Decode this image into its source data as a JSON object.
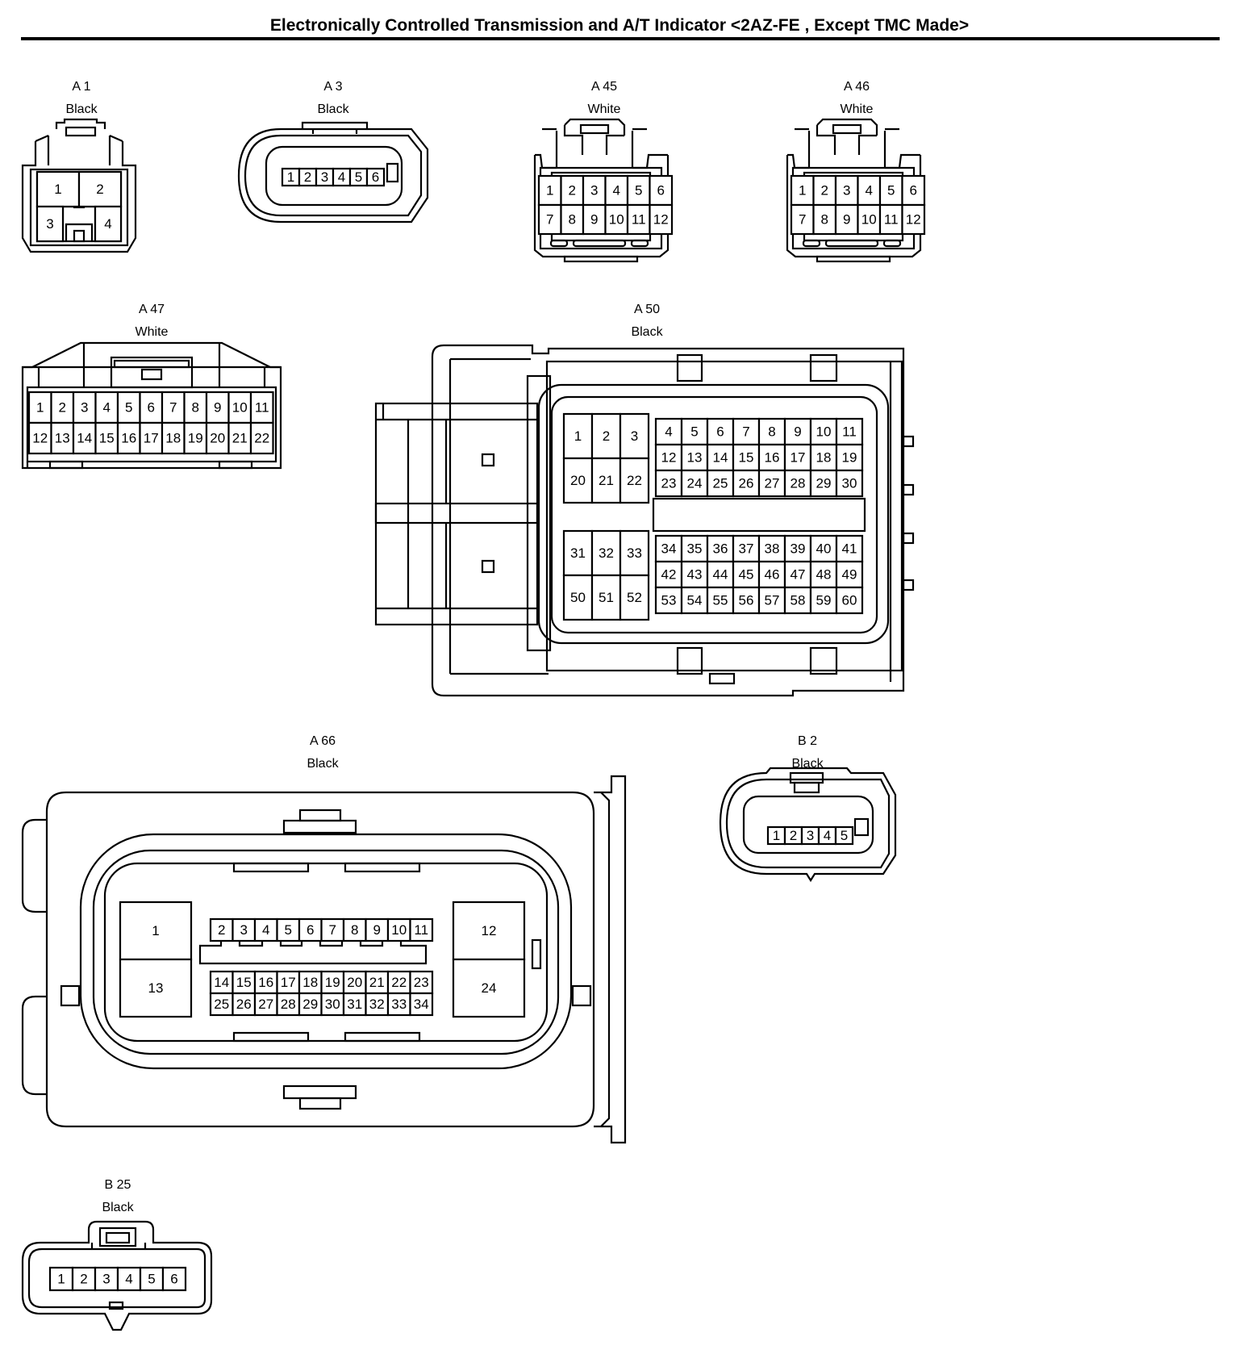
{
  "title": "Electronically Controlled Transmission and A/T Indicator <2AZ-FE , Except TMC Made>",
  "connectors": {
    "a1": {
      "id": "A 1",
      "color": "Black",
      "pins": [
        "1",
        "2",
        "3",
        "4"
      ]
    },
    "a3": {
      "id": "A 3",
      "color": "Black",
      "pins": [
        "1",
        "2",
        "3",
        "4",
        "5",
        "6"
      ]
    },
    "a45": {
      "id": "A 45",
      "color": "White",
      "pins": [
        "1",
        "2",
        "3",
        "4",
        "5",
        "6",
        "7",
        "8",
        "9",
        "10",
        "11",
        "12"
      ]
    },
    "a46": {
      "id": "A 46",
      "color": "White",
      "pins": [
        "1",
        "2",
        "3",
        "4",
        "5",
        "6",
        "7",
        "8",
        "9",
        "10",
        "11",
        "12"
      ]
    },
    "a47": {
      "id": "A 47",
      "color": "White",
      "pins": [
        "1",
        "2",
        "3",
        "4",
        "5",
        "6",
        "7",
        "8",
        "9",
        "10",
        "11",
        "12",
        "13",
        "14",
        "15",
        "16",
        "17",
        "18",
        "19",
        "20",
        "21",
        "22"
      ]
    },
    "a50": {
      "id": "A 50",
      "color": "Black",
      "pins": [
        "1",
        "2",
        "3",
        "4",
        "5",
        "6",
        "7",
        "8",
        "9",
        "10",
        "11",
        "12",
        "13",
        "14",
        "15",
        "16",
        "17",
        "18",
        "19",
        "20",
        "21",
        "22",
        "23",
        "24",
        "25",
        "26",
        "27",
        "28",
        "29",
        "30",
        "31",
        "32",
        "33",
        "34",
        "35",
        "36",
        "37",
        "38",
        "39",
        "40",
        "41",
        "42",
        "43",
        "44",
        "45",
        "46",
        "47",
        "48",
        "49",
        "50",
        "51",
        "52",
        "53",
        "54",
        "55",
        "56",
        "57",
        "58",
        "59",
        "60"
      ]
    },
    "a66": {
      "id": "A 66",
      "color": "Black",
      "pins": [
        "1",
        "2",
        "3",
        "4",
        "5",
        "6",
        "7",
        "8",
        "9",
        "10",
        "11",
        "12",
        "13",
        "14",
        "15",
        "16",
        "17",
        "18",
        "19",
        "20",
        "21",
        "22",
        "23",
        "24",
        "25",
        "26",
        "27",
        "28",
        "29",
        "30",
        "31",
        "32",
        "33",
        "34"
      ]
    },
    "b2": {
      "id": "B 2",
      "color": "Black",
      "pins": [
        "1",
        "2",
        "3",
        "4",
        "5"
      ]
    },
    "b25": {
      "id": "B 25",
      "color": "Black",
      "pins": [
        "1",
        "2",
        "3",
        "4",
        "5",
        "6"
      ]
    }
  }
}
